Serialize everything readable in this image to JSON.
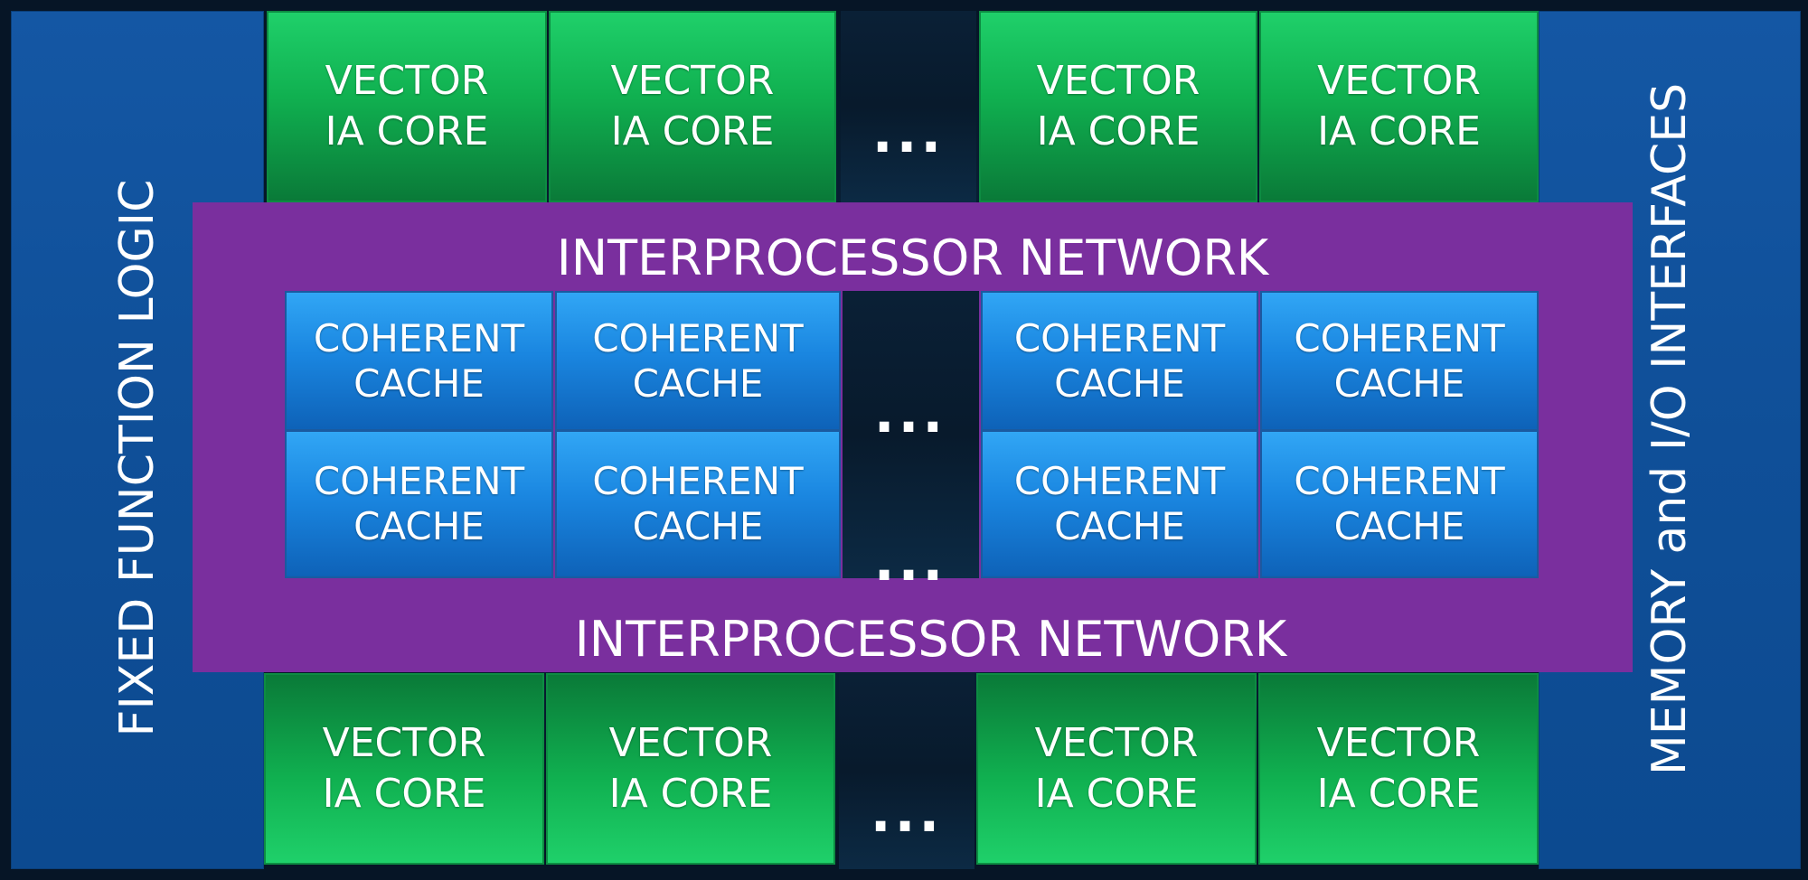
{
  "fixed_function": "FIXED FUNCTION LOGIC",
  "memory_io": "MEMORY and I/O INTERFACES",
  "interprocessor_network": "INTERPROCESSOR NETWORK",
  "core_line1": "VECTOR",
  "core_line2": "IA CORE",
  "cache_line1": "COHERENT",
  "cache_line2": "CACHE",
  "ellipsis": "...",
  "colors": {
    "side_panel": "#1457a4",
    "core": "#10b050",
    "network": "#7a2f9e",
    "cache": "#1a86e0",
    "background": "#061526"
  }
}
